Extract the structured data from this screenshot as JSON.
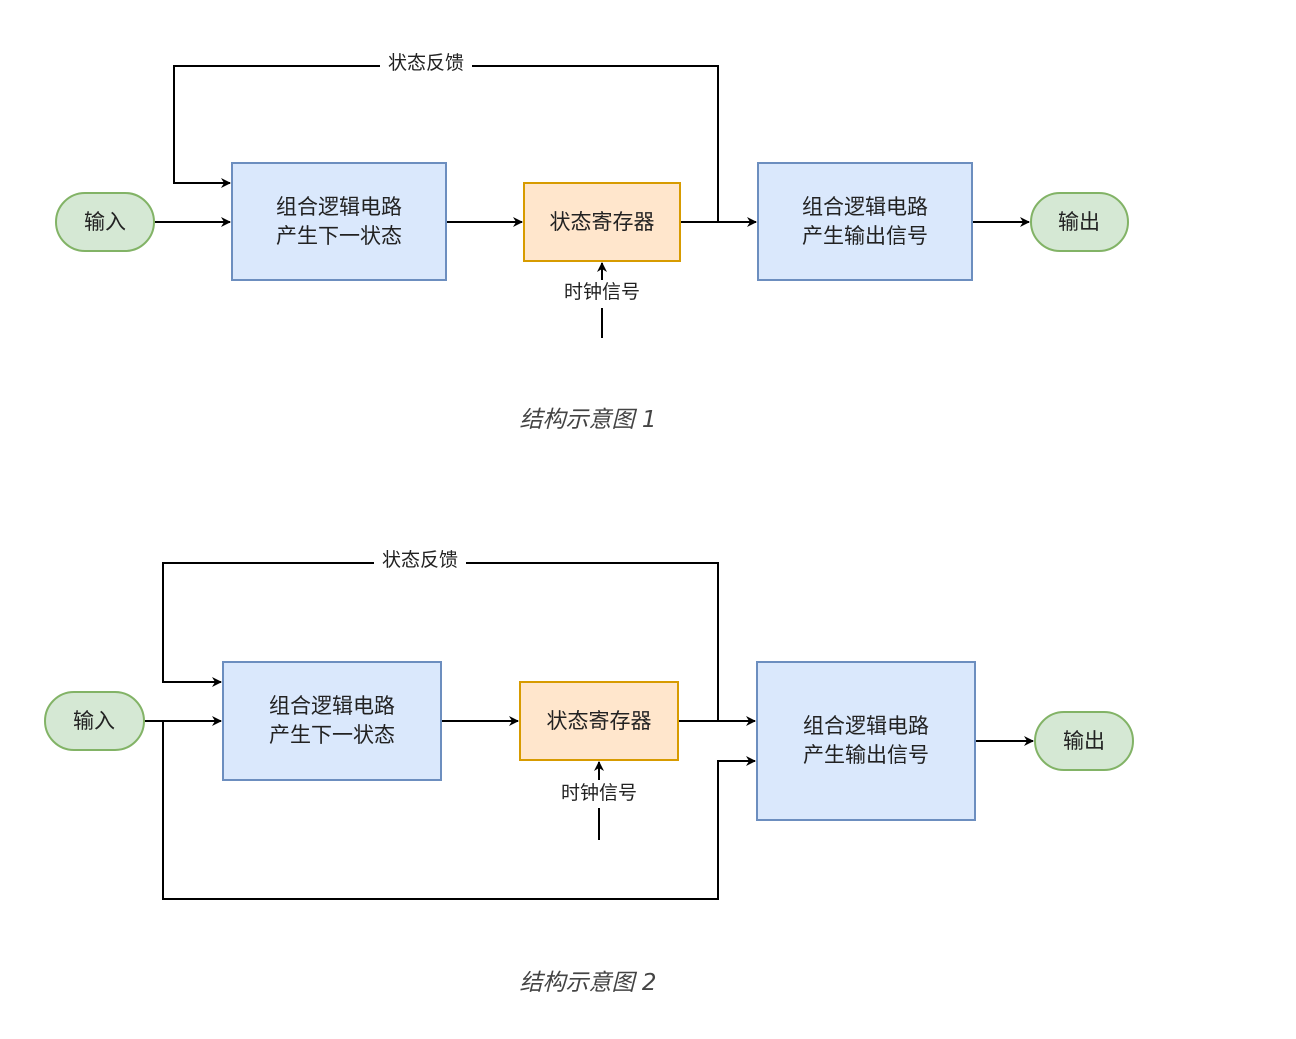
{
  "diagram1": {
    "input": "输入",
    "next_state_logic": [
      "组合逻辑电路",
      "产生下一状态"
    ],
    "state_register": "状态寄存器",
    "output_logic": [
      "组合逻辑电路",
      "产生输出信号"
    ],
    "output": "输出",
    "feedback_label": "状态反馈",
    "clock_label": "时钟信号",
    "caption": "结构示意图 1"
  },
  "diagram2": {
    "input": "输入",
    "next_state_logic": [
      "组合逻辑电路",
      "产生下一状态"
    ],
    "state_register": "状态寄存器",
    "output_logic": [
      "组合逻辑电路",
      "产生输出信号"
    ],
    "output": "输出",
    "feedback_label": "状态反馈",
    "clock_label": "时钟信号",
    "caption": "结构示意图 2"
  },
  "colors": {
    "logic_fill": "#dae8fc",
    "register_fill": "#ffe6cc",
    "terminal_fill": "#d5e8d4"
  }
}
